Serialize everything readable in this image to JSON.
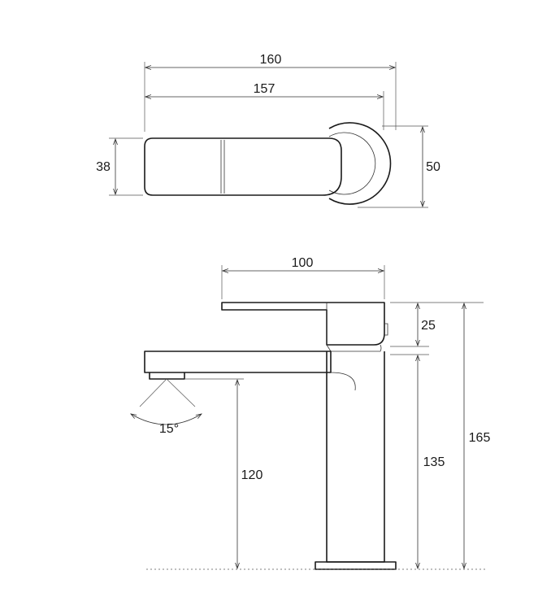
{
  "top_view": {
    "dim_overall_length": "160",
    "dim_handle_length": "157",
    "dim_handle_width": "38",
    "dim_base_diameter": "50"
  },
  "side_view": {
    "dim_spout_reach": "100",
    "dim_handle_height": "25",
    "dim_spout_angle": "15°",
    "dim_spout_clearance": "120",
    "dim_spout_height": "135",
    "dim_total_height": "165"
  },
  "colors": {
    "line": "#1a1a1a",
    "background": "#ffffff"
  }
}
